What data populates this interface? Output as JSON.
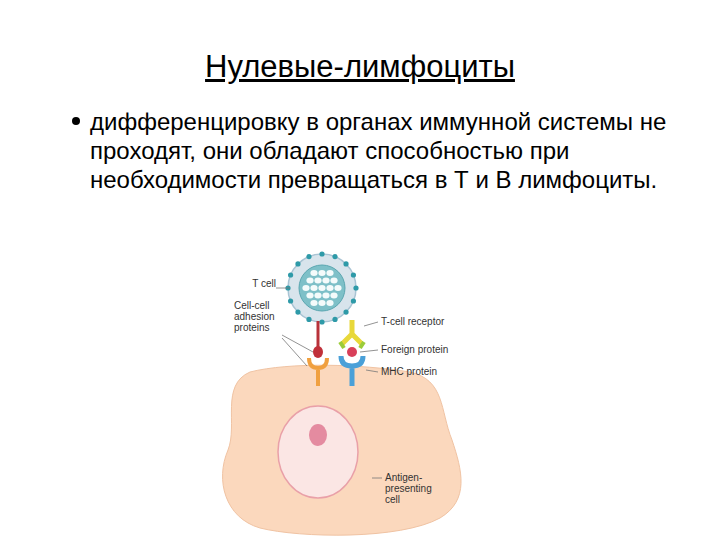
{
  "diagram": {
    "title": "Нулевые-лимфоциты",
    "labels": [
      "дифференцировку в органах иммунной системы не проходят, они обладают способностью при необходимости превращаться в Т и В лимфоциты.",
      "T cell",
      "Cell-cell adhesion proteins",
      "T-cell receptor",
      "Foreign protein",
      "MHC protein",
      "Antigen-presenting cell"
    ]
  }
}
